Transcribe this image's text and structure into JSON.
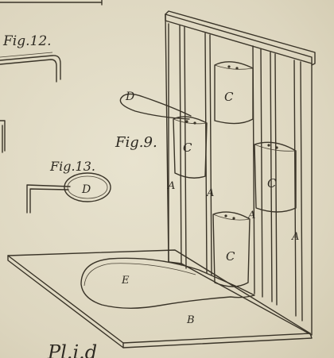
{
  "figures": {
    "fig12": {
      "caption": "Fig.12."
    },
    "fig13": {
      "caption": "Fig.13.",
      "letter": "D"
    },
    "fig9": {
      "caption": "Fig.9.",
      "letters": {
        "d_loop": "D",
        "cup1": "C",
        "cup2": "C",
        "cup3": "C",
        "cup4": "C",
        "a1": "A",
        "a2": "A",
        "a3": "A",
        "a4": "A",
        "e": "E",
        "b": "B"
      }
    }
  },
  "bottom_script": "Pl.i.d"
}
